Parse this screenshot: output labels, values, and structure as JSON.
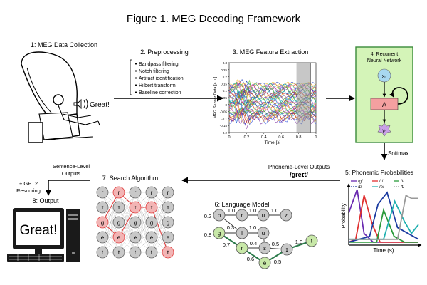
{
  "figure_title": "Figure 1. MEG Decoding Framework",
  "steps": {
    "s1": "1: MEG Data Collection",
    "s2": "2: Preprocessing",
    "s3": "3: MEG Feature Extraction",
    "s4a": "4: Recurrent",
    "s4b": "Neural Network",
    "s5": "5: Phonemic Probabilities",
    "s6": "6: Language Model",
    "s7": "7: Search Algorithm",
    "s8": "8: Output"
  },
  "speech_bubble": "Great!",
  "preprocessing_items": [
    "Bandpass filtering",
    "Notch filtering",
    "Artifact identification",
    "Hilbert transform",
    "Baseline correction"
  ],
  "meg_plot": {
    "ylabel": "MEG Sensor Data [a.u.]",
    "xlabel": "Time [s]",
    "xticks": [
      "0",
      "0.2",
      "0.4",
      "0.6",
      "0.8",
      "1"
    ],
    "yticks": [
      "0.3",
      "0.25",
      "0.2",
      "0.15",
      "0.1",
      "0.05",
      "0",
      "-0.05",
      "-0.1",
      "-0.15",
      "-0.2"
    ]
  },
  "rnn": {
    "input": "xₙ",
    "cell": "A",
    "output": "yₙ"
  },
  "softmax_label": "Softmax",
  "phoneme_outputs_label": "Phoneme-Level Outputs",
  "phoneme_outputs_value": "/greɪt/",
  "sentence_outputs_a": "Sentence-Level",
  "sentence_outputs_b": "Outputs",
  "rescoring_a": "+ GPT2",
  "rescoring_b": "Rescoring",
  "phoneme_legend": [
    "/g/",
    "/r/",
    "/t/",
    "/ɪ/",
    "/e/",
    "/t/"
  ],
  "prob_plot": {
    "ylabel": "Probability",
    "xlabel": "Time (s)"
  },
  "lm_nodes": [
    "b",
    "r",
    "u",
    "z",
    "g",
    "l",
    "u",
    "r",
    "ɛ",
    "ɪ",
    "t",
    "e"
  ],
  "lm_weights": [
    "0.2",
    "1.0",
    "1.0",
    "1.0",
    "0.8",
    "0.3",
    "1.0",
    "0.7",
    "0.4",
    "0.5",
    "1.0",
    "0.6",
    "0.5"
  ],
  "search_columns": [
    [
      "r",
      "ɪ",
      "g",
      "e",
      "t"
    ],
    [
      "r",
      "ɪ",
      "g",
      "e",
      "t"
    ],
    [
      "r",
      "ɪ",
      "g",
      "e",
      "t"
    ],
    [
      "r",
      "ɪ",
      "g",
      "e",
      "t"
    ],
    [
      "r",
      "ɪ",
      "g",
      "e",
      "t"
    ]
  ],
  "monitor_text": "Great!",
  "colors": {
    "rnn_box": "#d4f4b8",
    "rnn_border": "#3a8a3a",
    "input_node": "#a8d8f0",
    "output_node": "#c9a0e8",
    "cell": "#f4a0a0",
    "lm_green": "#c8e8a8",
    "node_gray": "#c8c8c8",
    "highlight_red": "#e04040",
    "path_green": "#2a7a4a"
  }
}
